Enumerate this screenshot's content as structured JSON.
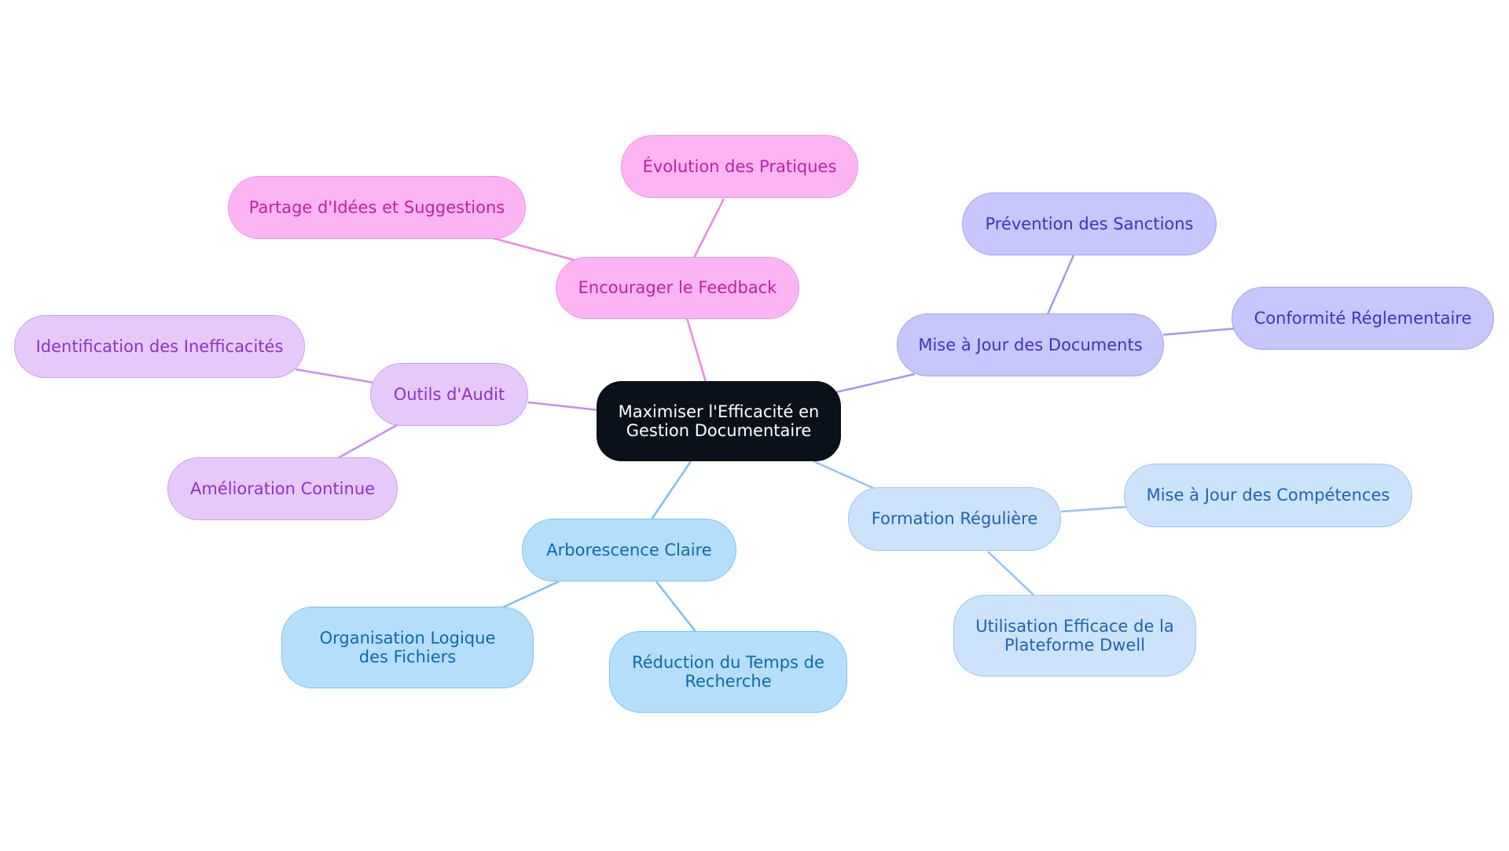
{
  "diagram": {
    "type": "mindmap",
    "root": {
      "label_line1": "Maximiser l'Efficacité en",
      "label_line2": "Gestion Documentaire"
    },
    "branches": {
      "feedback": {
        "label": "Encourager le Feedback",
        "color": "#ee86e0",
        "children": [
          "Évolution des Pratiques",
          "Partage d'Idées et Suggestions"
        ]
      },
      "audit": {
        "label": "Outils d'Audit",
        "color": "#c48ff0",
        "children": [
          "Identification des Inefficacités",
          "Amélioration Continue"
        ]
      },
      "documents": {
        "label": "Mise à Jour des Documents",
        "color": "#9c9ae9",
        "children": [
          "Prévention des Sanctions",
          "Conformité Réglementaire"
        ]
      },
      "arborescence": {
        "label": "Arborescence Claire",
        "color": "#7cc0ec",
        "children": [
          "Organisation Logique des Fichiers",
          "Réduction du Temps de Recherche"
        ]
      },
      "formation": {
        "label": "Formation Régulière",
        "color": "#95c2ec",
        "children": [
          "Mise à Jour des Compétences",
          "Utilisation Efficace de la Plateforme Dwell"
        ]
      }
    }
  }
}
